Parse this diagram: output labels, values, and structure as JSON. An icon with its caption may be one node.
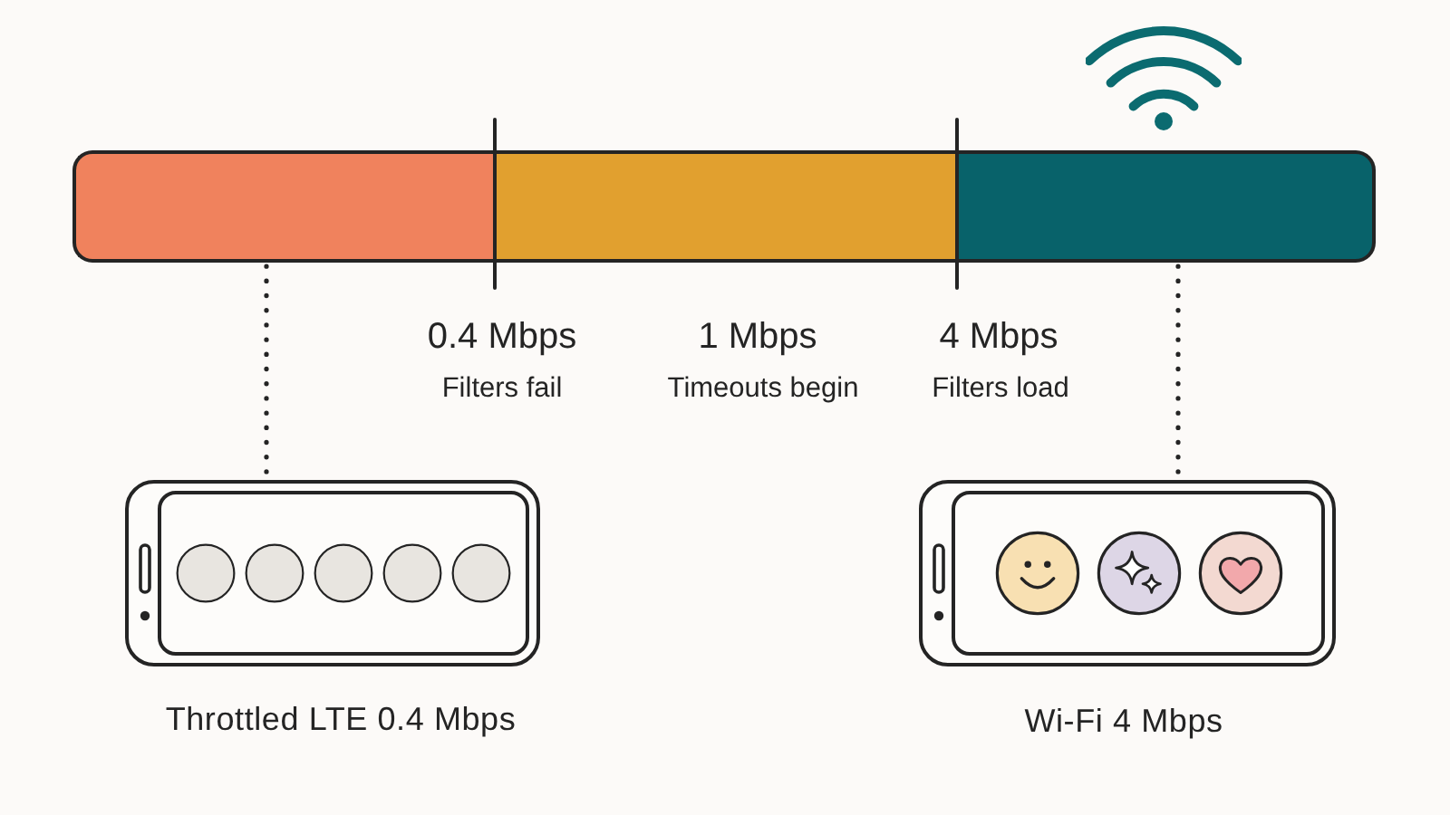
{
  "diagram": {
    "nodes": [
      {
        "text": [],
        "shape": "bar"
      },
      {
        "text": [],
        "shape": "bar"
      },
      {
        "text": [],
        "shape": "bar"
      },
      {
        "text": [],
        "shape": "phone",
        "beside": [
          "Throttled LTE 0.4 Mbps"
        ]
      },
      {
        "text": [],
        "shape": "phone",
        "beside": [
          "Wi-Fi 4 Mbps"
        ]
      }
    ],
    "edges": [
      {
        "from": 0,
        "to": 3,
        "arrow": "none",
        "style": "dashed"
      },
      {
        "from": 2,
        "to": 4,
        "arrow": "none",
        "style": "dashed"
      }
    ],
    "labels": [
      "0.4 Mbps",
      "Filters fail",
      "1 Mbps",
      "Timeouts begin",
      "4 Mbps",
      "Filters load"
    ]
  }
}
